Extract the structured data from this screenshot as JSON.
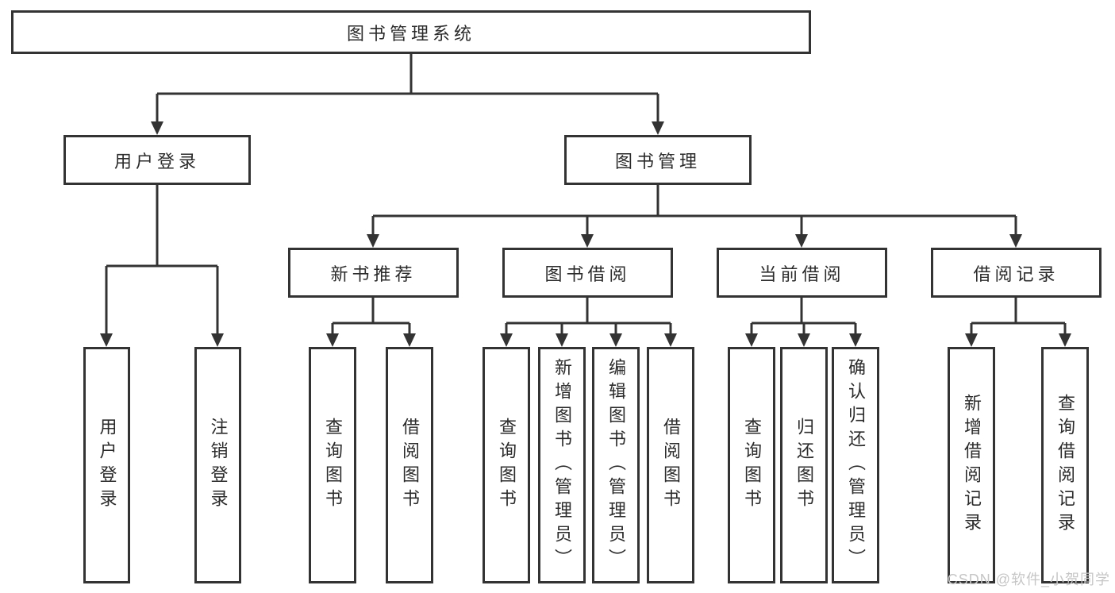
{
  "diagram": {
    "root": {
      "label": "图书管理系统"
    },
    "level2": [
      {
        "label": "用户登录"
      },
      {
        "label": "图书管理"
      }
    ],
    "level3": [
      {
        "label": "新书推荐"
      },
      {
        "label": "图书借阅"
      },
      {
        "label": "当前借阅"
      },
      {
        "label": "借阅记录"
      }
    ],
    "leaves": {
      "login": [
        "用户登录",
        "注销登录"
      ],
      "newbook": [
        "查询图书",
        "借阅图书"
      ],
      "borrow": [
        "查询图书",
        "新增图书（管理员）",
        "编辑图书（管理员）",
        "借阅图书"
      ],
      "current": [
        "查询图书",
        "归还图书",
        "确认归还（管理员）"
      ],
      "records": [
        "新增借阅记录",
        "查询借阅记录"
      ]
    },
    "watermark": "CSDN @软件_小贺同学",
    "colors": {
      "line": "#333333",
      "box_border": "#333333",
      "text": "#2b2b2b",
      "watermark": "#c6c6c6",
      "background": "#ffffff"
    }
  }
}
